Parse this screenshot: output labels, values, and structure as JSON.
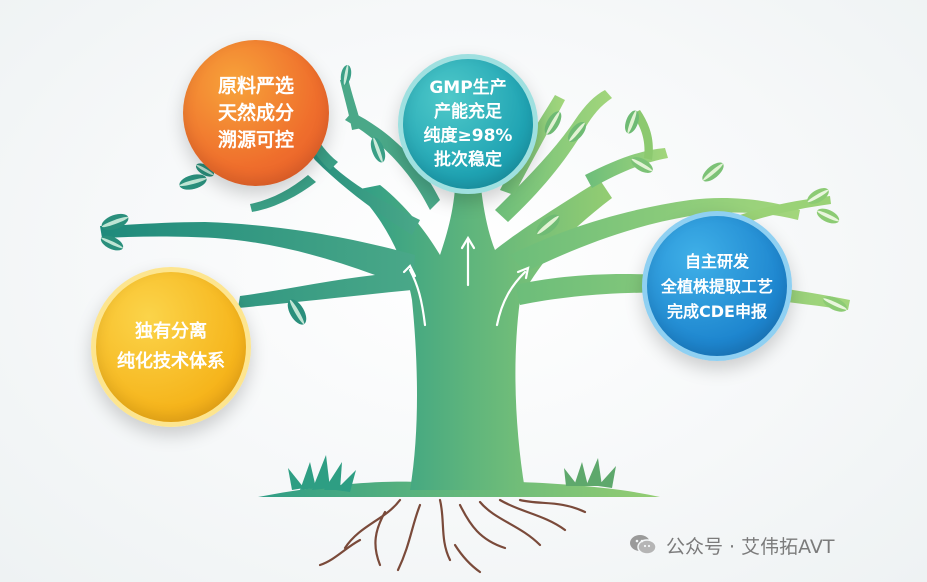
{
  "bubbles": {
    "sourcing": {
      "lines": [
        "原料严选",
        "天然成分",
        "溯源可控"
      ],
      "color": "#ef6e2c"
    },
    "gmp": {
      "lines": [
        "GMP生产",
        "产能充足",
        "纯度≥98%",
        "批次稳定"
      ],
      "color": "#1fa3b3"
    },
    "rnd": {
      "lines": [
        "自主研发",
        "全植株提取工艺",
        "完成CDE申报"
      ],
      "color": "#1e86cf"
    },
    "purification": {
      "lines": [
        "独有分离",
        "纯化技术体系"
      ],
      "color": "#f6b51c"
    }
  },
  "tree": {
    "trunk_color_left": "#2e9e83",
    "trunk_color_right": "#8cc96f",
    "root_color": "#7a4a3a"
  },
  "watermark": {
    "icon": "wechat-icon",
    "text": "公众号 · 艾伟拓AVT"
  }
}
